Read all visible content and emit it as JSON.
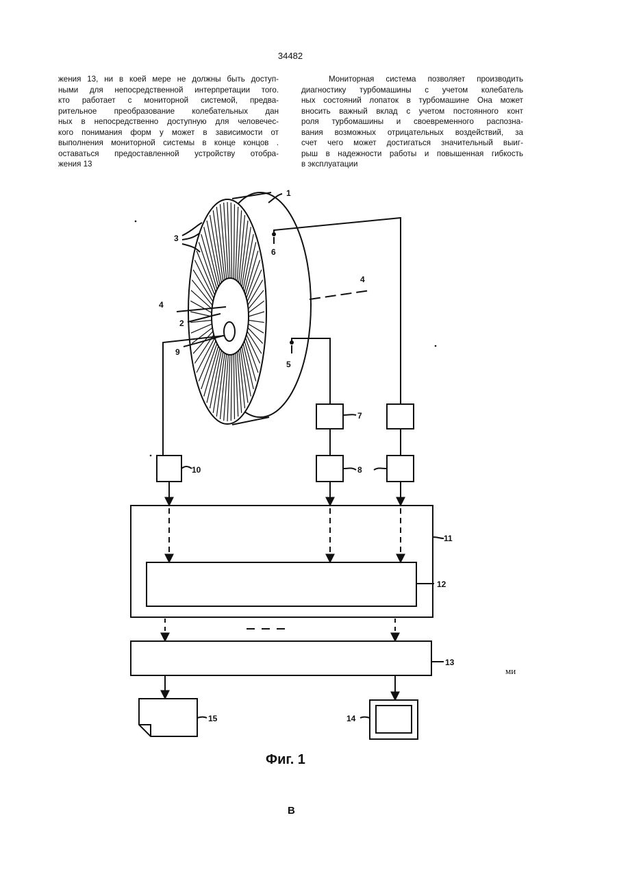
{
  "page_number": "34482",
  "left_column": [
    "жения 13, ни в коей мере не должны быть доступ-",
    "ными для непосредственной интерпретации того.",
    "кто работает с мониторной системой,  предва-",
    "рительное преобразование колебательных дан",
    "ных в непосредственно доступную для человечес-",
    "кого понимания форм у может в зависимости от",
    "выполнения мониторной системы в конце концов .",
    "оставаться предоставленной устройству отобра-",
    "жения 13"
  ],
  "right_column": [
    "Мониторная система позволяет производить",
    "диагностику турбомашины  с  учетом  колебатель",
    "ных состояний лопаток в турбомашине Она может",
    "вносить важный вклад с учетом постоянного конт",
    "роля  турбомашины  и  своевременного  распозна-",
    "вания возможных отрицательных воздействий, за",
    "счет чего может достигаться значительный выиг-",
    "рыш в надежности работы и повышенная гибкость",
    "в эксплуатации"
  ],
  "figure": {
    "labels": {
      "n1": "1",
      "n2": "2",
      "n3": "3",
      "n4a": "4",
      "n4b": "4",
      "n5": "5",
      "n6": "6",
      "n7": "7",
      "n8": "8",
      "n9": "9",
      "n10": "10",
      "n11": "11",
      "n12": "12",
      "n13": "13",
      "n14": "14",
      "n15": "15"
    },
    "caption": "Фиг. 1"
  },
  "margin_note": "ми",
  "footer": "В"
}
